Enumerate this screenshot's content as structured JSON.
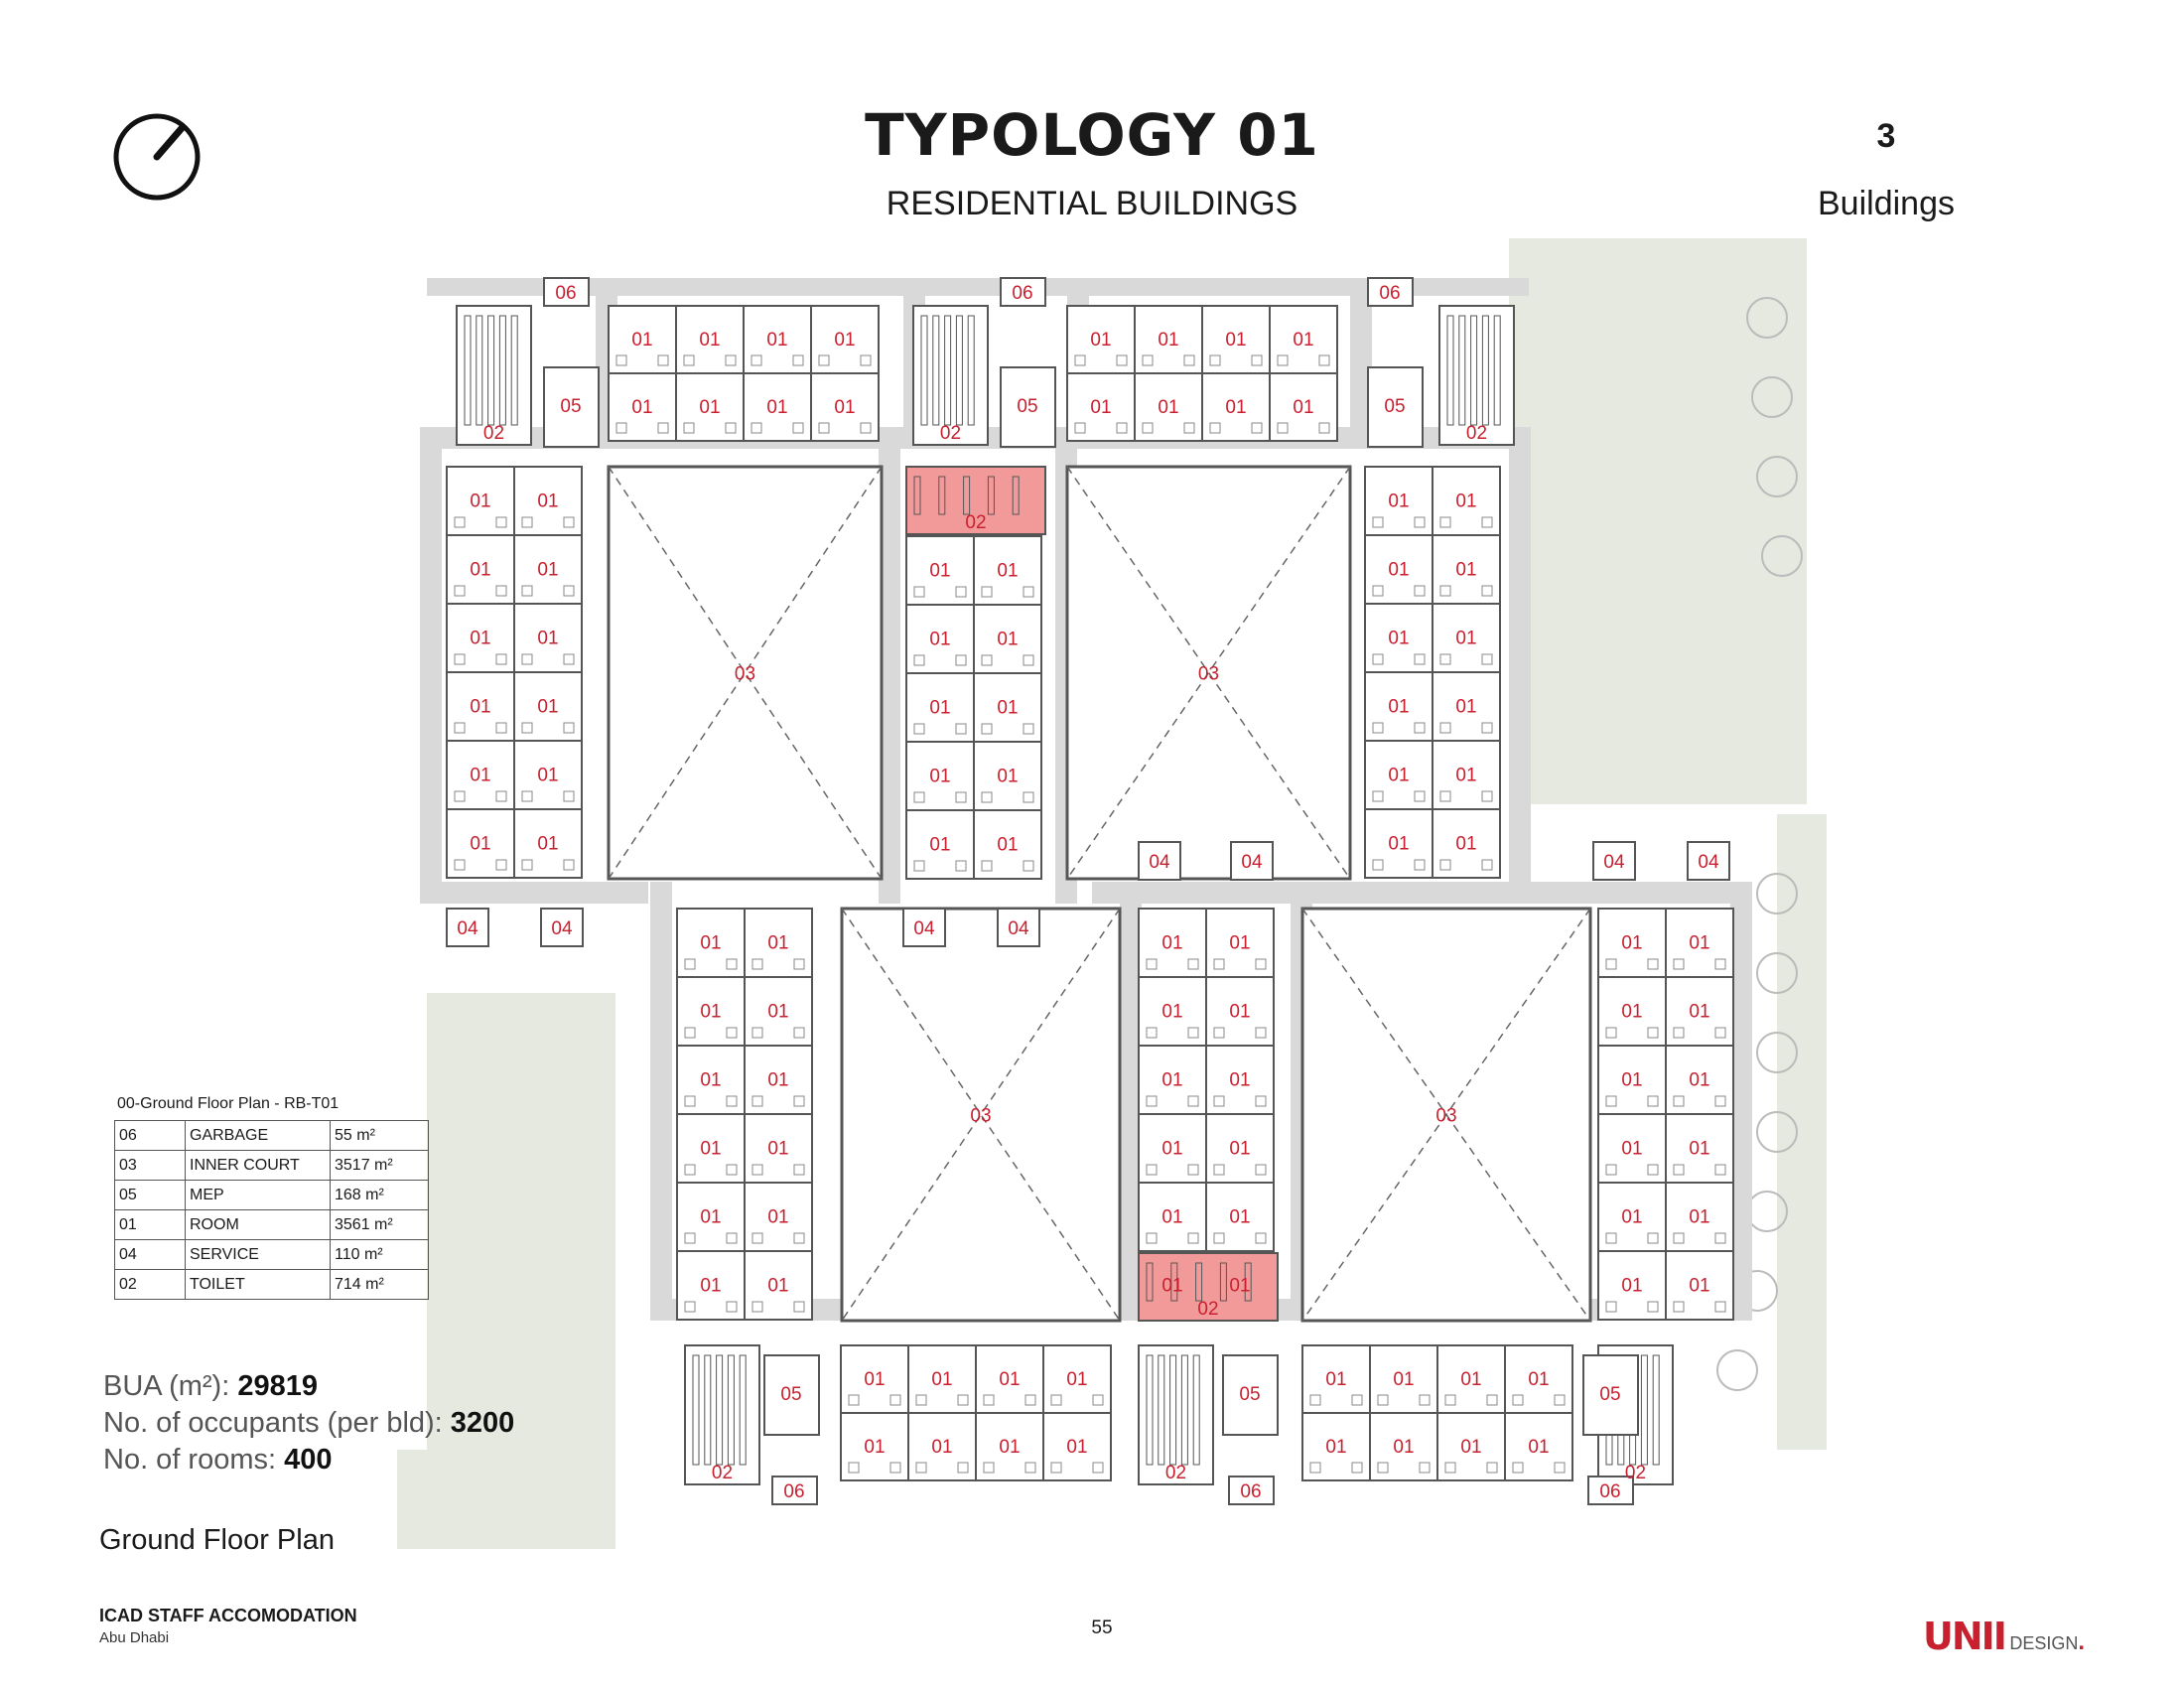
{
  "header": {
    "title": "TYPOLOGY 01",
    "subtitle": "RESIDENTIAL BUILDINGS",
    "building_count": "3",
    "building_label": "Buildings"
  },
  "colors": {
    "accent": "#c8202f",
    "toilet_fill": "#f29a9a",
    "landscape": "#e6e9df",
    "wall": "#555555"
  },
  "legend": {
    "title": "00-Ground Floor Plan - RB-T01",
    "rows": [
      [
        "06",
        "GARBAGE",
        "55 m²"
      ],
      [
        "03",
        "INNER COURT",
        "3517 m²"
      ],
      [
        "05",
        "MEP",
        "168 m²"
      ],
      [
        "01",
        "ROOM",
        "3561 m²"
      ],
      [
        "04",
        "SERVICE",
        "110 m²"
      ],
      [
        "02",
        "TOILET",
        "714 m²"
      ]
    ]
  },
  "stats": {
    "bua_label": "BUA (m²): ",
    "bua_value": "29819",
    "occupants_label": "No. of occupants (per bld): ",
    "occupants_value": "3200",
    "rooms_label": "No. of rooms: ",
    "rooms_value": "400"
  },
  "plan_labels": {
    "room": "01",
    "toilet": "02",
    "court": "03",
    "service": "04",
    "mep": "05",
    "garbage": "06"
  },
  "plan_caption": "Ground Floor Plan",
  "footer": {
    "project": "ICAD STAFF ACCOMODATION",
    "city": "Abu Dhabi",
    "page": "55",
    "brand_mark": "UNII",
    "brand_word": "DESIGN",
    "brand_dot": "."
  }
}
